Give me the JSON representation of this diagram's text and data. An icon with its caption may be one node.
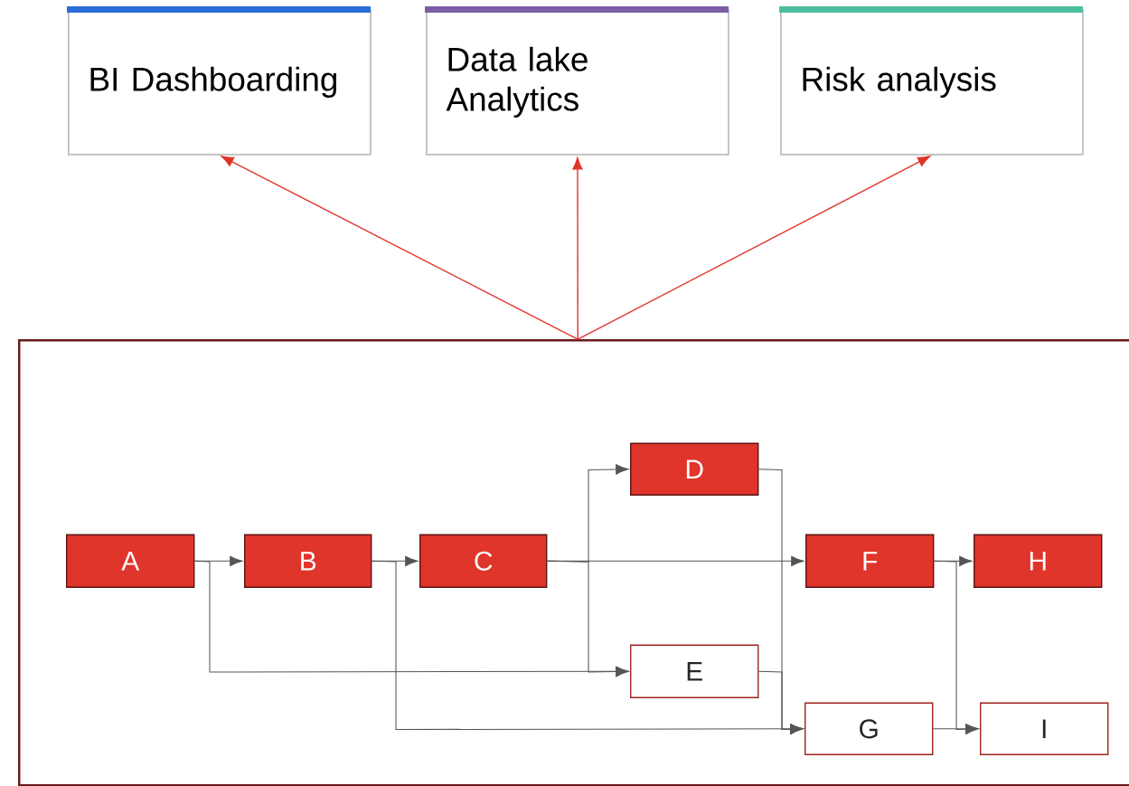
{
  "diagram": {
    "nodes": [
      {
        "text": [
          "BI Dashboarding"
        ]
      },
      {
        "text": [
          "Data lake Analytics"
        ]
      },
      {
        "text": [
          "Risk analysis"
        ]
      },
      {
        "text": [],
        "shape": "box"
      },
      {
        "text": [
          "A"
        ],
        "in": 3
      },
      {
        "text": [
          "B"
        ],
        "in": 3
      },
      {
        "text": [
          "C"
        ],
        "in": 3
      },
      {
        "text": [
          "D"
        ],
        "in": 3
      },
      {
        "text": [
          "E"
        ],
        "in": 3
      },
      {
        "text": [
          "F"
        ],
        "in": 3
      },
      {
        "text": [
          "G"
        ],
        "in": 3
      },
      {
        "text": [
          "H"
        ],
        "in": 3
      },
      {
        "text": [
          "I"
        ],
        "in": 3
      }
    ],
    "edges": [
      {
        "from": 3,
        "to": 0,
        "arrow": "to",
        "color": "#e0352b"
      },
      {
        "from": 3,
        "to": 1,
        "arrow": "to",
        "color": "#e0352b"
      },
      {
        "from": 3,
        "to": 2,
        "arrow": "to",
        "color": "#e0352b"
      },
      {
        "from": 4,
        "to": 5,
        "arrow": "to"
      },
      {
        "from": 4,
        "to": 8,
        "arrow": "to"
      },
      {
        "from": 5,
        "to": 6,
        "arrow": "to"
      },
      {
        "from": 5,
        "to": 10,
        "arrow": "to"
      },
      {
        "from": 6,
        "to": 7,
        "arrow": "to"
      },
      {
        "from": 6,
        "to": 8,
        "arrow": "to"
      },
      {
        "from": 6,
        "to": 9,
        "arrow": "to"
      },
      {
        "from": 7,
        "to": 10,
        "arrow": "to"
      },
      {
        "from": 8,
        "to": 10,
        "arrow": "to"
      },
      {
        "from": 9,
        "to": 11,
        "arrow": "to"
      },
      {
        "from": 9,
        "to": 12,
        "arrow": "to"
      },
      {
        "from": 10,
        "to": 12,
        "arrow": "to"
      }
    ]
  }
}
